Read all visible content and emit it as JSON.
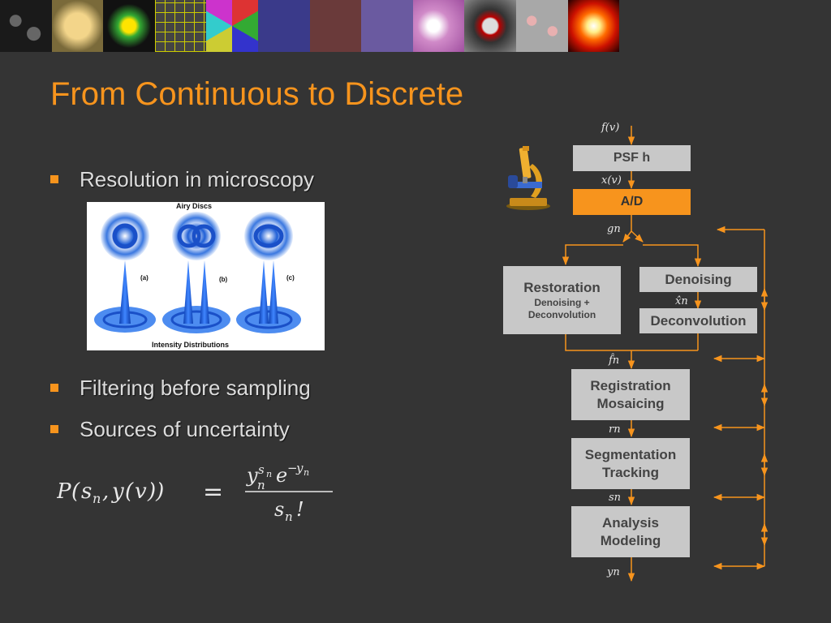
{
  "header_strip": {
    "tiles": [
      {
        "name": "cells-tile",
        "color": "#2a2a2a"
      },
      {
        "name": "fractal-tile",
        "color": "#5a4a2a"
      },
      {
        "name": "neuron-tile",
        "color": "#1a1a1a"
      },
      {
        "name": "grid-tile",
        "color": "#4a4a4a"
      },
      {
        "name": "voronoi-tile",
        "color": "#2e6a4a"
      },
      {
        "name": "bacteria-tile",
        "color": "#3a3a8a"
      },
      {
        "name": "noise-tile",
        "color": "#6a3a3a"
      },
      {
        "name": "segmented-tile",
        "color": "#6a5aa0"
      },
      {
        "name": "tissue-tile",
        "color": "#c070b0"
      },
      {
        "name": "mri-tile",
        "color": "#6a6a6a"
      },
      {
        "name": "blood-cells-tile",
        "color": "#9a9a9a"
      },
      {
        "name": "sun-tile",
        "color": "#cc1100"
      }
    ]
  },
  "title": "From Continuous to Discrete",
  "bullets": [
    "Resolution in microscopy",
    "Filtering before sampling",
    "Sources of uncertainty"
  ],
  "airy_figure": {
    "top_label": "Airy Discs",
    "bottom_label": "Intensity Distributions",
    "panel_labels": [
      "(a)",
      "(b)",
      "(c)"
    ]
  },
  "formula": {
    "lhs": "P(sn, y(v))",
    "equals": "=",
    "numerator": "yn^sn e^−yn",
    "denominator": "sn!"
  },
  "flow": {
    "vars": {
      "f_v": "f(v)",
      "x_v": "x(v)",
      "g_n": "gn",
      "x_hat_n": "x̂n",
      "f_hat_n": "f̂n",
      "r_n": "rn",
      "s_n": "sn",
      "y_n": "yn"
    },
    "psf": "PSF h",
    "ad": "A/D",
    "restoration": {
      "title": "Restoration",
      "sub1": "Denoising +",
      "sub2": "Deconvolution"
    },
    "denoising": "Denoising",
    "deconvolution": "Deconvolution",
    "registration": {
      "l1": "Registration",
      "l2": "Mosaicing"
    },
    "segmentation": {
      "l1": "Segmentation",
      "l2": "Tracking"
    },
    "analysis": {
      "l1": "Analysis",
      "l2": "Modeling"
    }
  },
  "colors": {
    "accent": "#f7941d",
    "background": "#343434",
    "box": "#c8c8c8"
  }
}
